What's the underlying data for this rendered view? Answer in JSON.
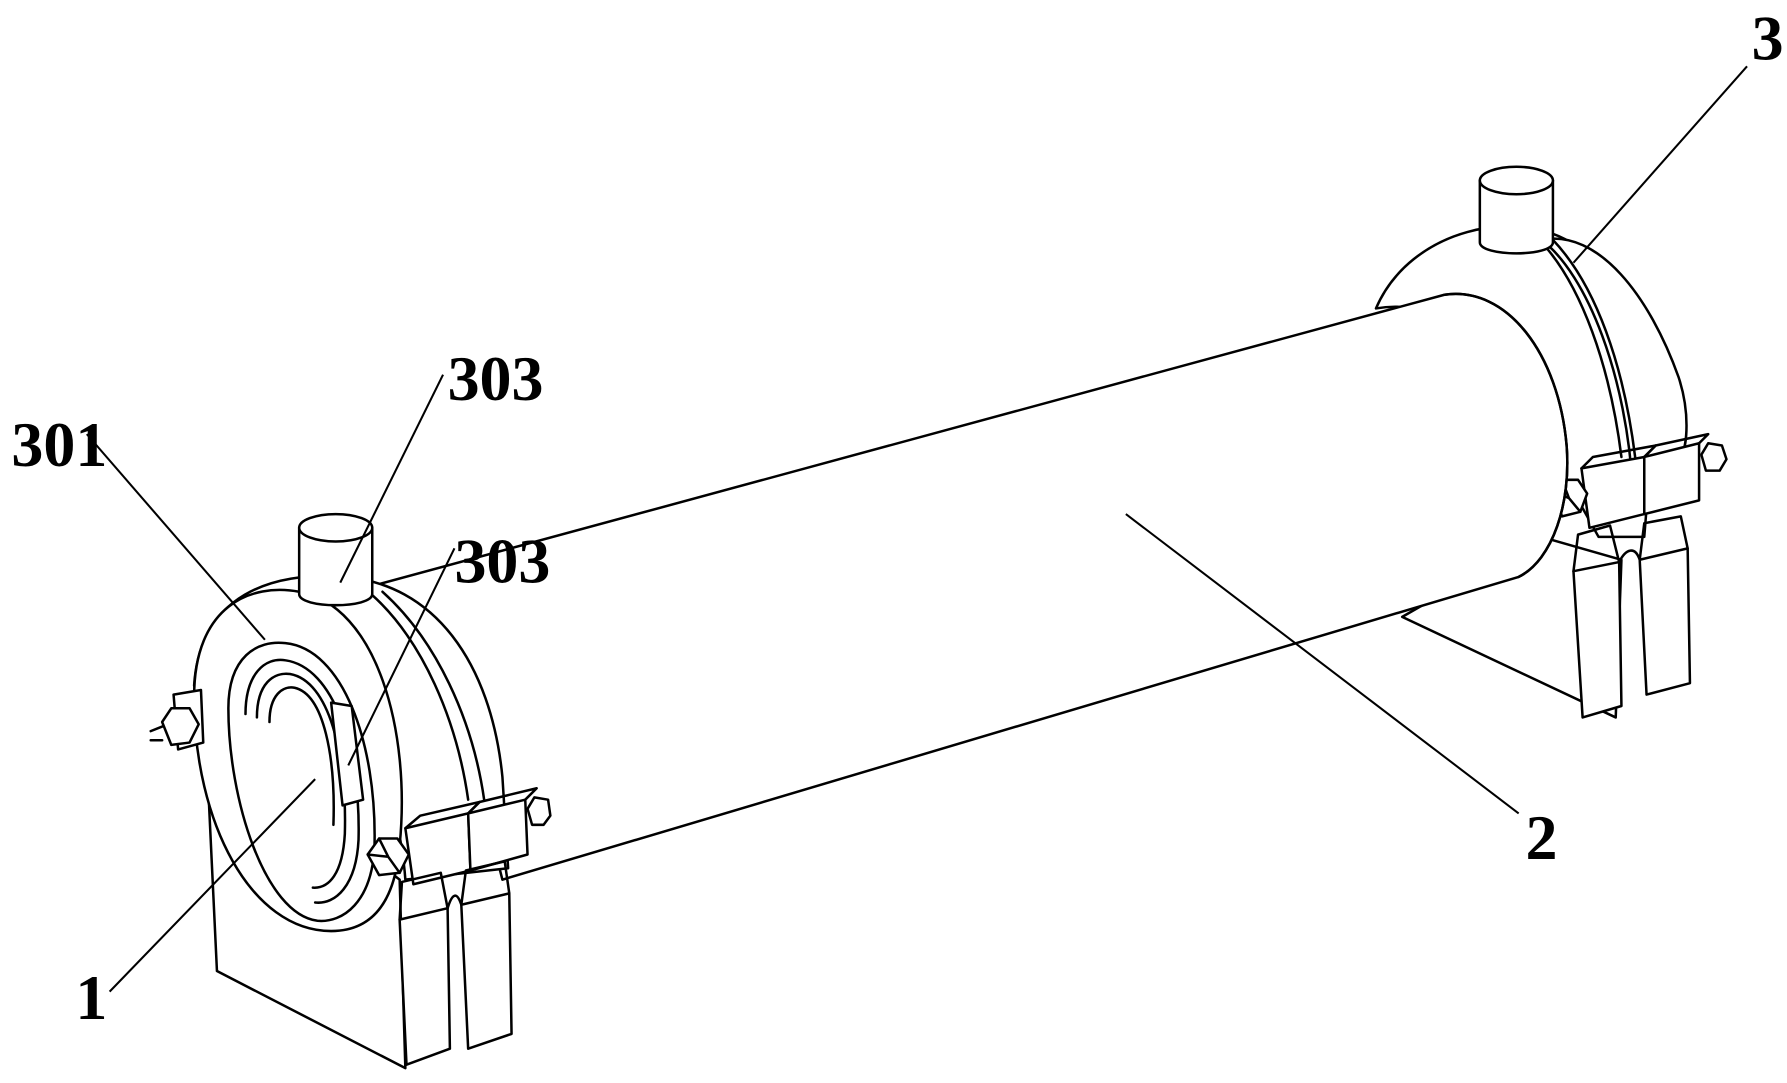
{
  "labels": {
    "part_1": "1",
    "part_2": "2",
    "part_3": "3",
    "part_301": "301",
    "part_303_top": "303",
    "part_303_inner": "303"
  }
}
